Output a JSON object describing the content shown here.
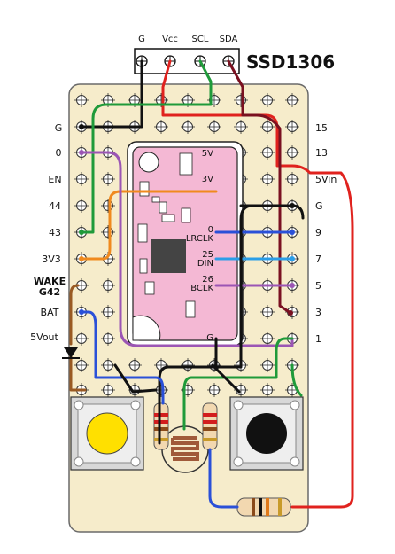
{
  "module_title": "SSD1306",
  "oled_pins": [
    "G",
    "Vcc",
    "SCL",
    "SDA"
  ],
  "left_labels": [
    "G",
    "0",
    "EN",
    "44",
    "43",
    "3V3",
    "WAKE",
    "G42",
    "BAT",
    "5Vout"
  ],
  "right_labels": [
    "15",
    "13",
    "5Vin",
    "G",
    "9",
    "7",
    "5",
    "3",
    "1"
  ],
  "module_pin_labels": {
    "v5": "5V",
    "v3": "3V",
    "lrclk_num": "0",
    "lrclk": "LRCLK",
    "din_num": "25",
    "din": "DIN",
    "bclk_num": "26",
    "bclk": "BCLK",
    "gnd": "G"
  },
  "colors": {
    "board": "#f6eccb",
    "module": "#f4b8d4",
    "chip": "#444444",
    "red": "#e0221e",
    "black": "#111111",
    "green": "#1f9a3a",
    "darkred": "#7a1020",
    "orange": "#f08a1e",
    "purple": "#9b55b4",
    "blue": "#2a50d8",
    "lightblue": "#2a9ee8",
    "brown": "#9a5a22",
    "button_yellow": "#ffe000"
  }
}
